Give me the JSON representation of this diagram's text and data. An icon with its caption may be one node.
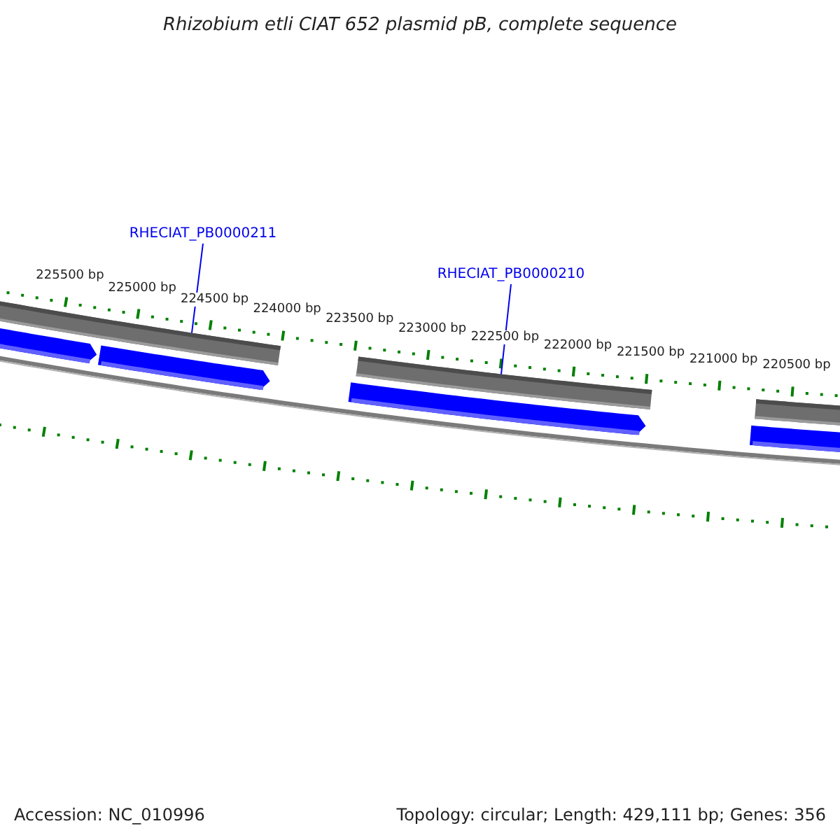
{
  "diagram": {
    "title": "Rhizobium etli CIAT 652 plasmid pB, complete sequence",
    "nodes": [
      {
        "text": [
          "RHECIAT_PB0000211"
        ]
      },
      {
        "text": [
          "RHECIAT_PB0000210"
        ]
      },
      {
        "text": [],
        "shape": "bar"
      },
      {
        "text": [],
        "shape": "bar"
      },
      {
        "text": [],
        "shape": "bar"
      }
    ],
    "edges": [
      {
        "from": 0,
        "to": 2,
        "arrow": "none"
      },
      {
        "from": 1,
        "to": 3,
        "arrow": "none"
      }
    ],
    "labels": [
      "225500 bp",
      "225000 bp",
      "224500 bp",
      "224000 bp",
      "223500 bp",
      "223000 bp",
      "222500 bp",
      "222000 bp",
      "221500 bp",
      "221000 bp",
      "220500 bp",
      "Accession: NC_010996",
      "Topology: circular; Length: 429,111 bp; Genes: 356"
    ]
  }
}
